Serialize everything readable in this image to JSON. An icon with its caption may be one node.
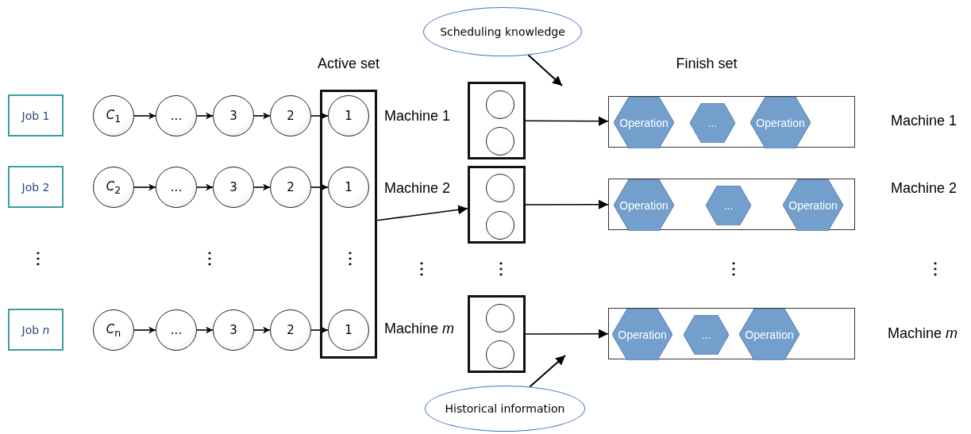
{
  "diagram": {
    "nodes": [
      {
        "text": [
          "Job 1"
        ]
      },
      {
        "text": [
          "*C*$_{1}$"
        ]
      },
      {
        "text": [
          "..."
        ]
      },
      {
        "text": [
          "3"
        ]
      },
      {
        "text": [
          "2"
        ]
      },
      {
        "text": [
          "Job 2"
        ]
      },
      {
        "text": [
          "*C*$_{2}$"
        ]
      },
      {
        "text": [
          "..."
        ]
      },
      {
        "text": [
          "3"
        ]
      },
      {
        "text": [
          "2"
        ]
      },
      {
        "text": [
          "Job *n*"
        ]
      },
      {
        "text": [
          "*C*$_{n}$"
        ]
      },
      {
        "text": [
          "..."
        ]
      },
      {
        "text": [
          "3"
        ]
      },
      {
        "text": [
          "2"
        ]
      },
      {
        "text": [
          "Active set"
        ]
      },
      {
        "text": [
          "1"
        ],
        "in": 15
      },
      {
        "text": [
          "1"
        ],
        "in": 15
      },
      {
        "text": [
          "1"
        ],
        "in": 15
      },
      {
        "text": [
          "Scheduling knowledge"
        ]
      },
      {
        "text": [],
        "shape": "box",
        "beside": [
          "Machine 1"
        ]
      },
      {
        "text": [],
        "shape": "circle",
        "in": 20
      },
      {
        "text": [],
        "shape": "circle",
        "in": 20
      },
      {
        "text": [],
        "shape": "box",
        "beside": [
          "Machine 2"
        ]
      },
      {
        "text": [],
        "shape": "circle",
        "in": 23
      },
      {
        "text": [],
        "shape": "circle",
        "in": 23
      },
      {
        "text": [],
        "shape": "box",
        "beside": [
          "Machine *m*"
        ]
      },
      {
        "text": [],
        "shape": "circle",
        "in": 26
      },
      {
        "text": [],
        "shape": "circle",
        "in": 26
      },
      {
        "text": [],
        "shape": "box",
        "beside": [
          "Machine 1"
        ]
      },
      {
        "text": [
          "Operation"
        ],
        "in": 29
      },
      {
        "text": [
          "..."
        ],
        "in": 29
      },
      {
        "text": [
          "Operation"
        ],
        "in": 29
      },
      {
        "text": [],
        "shape": "box",
        "beside": [
          "Machine 2"
        ]
      },
      {
        "text": [
          "Operation"
        ],
        "in": 33
      },
      {
        "text": [
          "..."
        ],
        "in": 33
      },
      {
        "text": [
          "Operation"
        ],
        "in": 33
      },
      {
        "text": [],
        "shape": "box",
        "beside": [
          "Machine *m*"
        ]
      },
      {
        "text": [
          "Operation"
        ],
        "in": 37
      },
      {
        "text": [
          "..."
        ],
        "in": 37
      },
      {
        "text": [
          "Operation"
        ],
        "in": 37
      },
      {
        "text": [
          "Historical information"
        ]
      }
    ],
    "edges": [
      {
        "from": 1,
        "to": 2,
        "arrow": "to"
      },
      {
        "from": 2,
        "to": 3,
        "arrow": "to"
      },
      {
        "from": 3,
        "to": 4,
        "arrow": "to"
      },
      {
        "from": 4,
        "to": 16,
        "arrow": "to"
      },
      {
        "from": 6,
        "to": 7,
        "arrow": "to"
      },
      {
        "from": 7,
        "to": 8,
        "arrow": "to"
      },
      {
        "from": 8,
        "to": 9,
        "arrow": "to"
      },
      {
        "from": 9,
        "to": 17,
        "arrow": "to"
      },
      {
        "from": 11,
        "to": 12,
        "arrow": "to"
      },
      {
        "from": 12,
        "to": 13,
        "arrow": "to"
      },
      {
        "from": 13,
        "to": 14,
        "arrow": "to"
      },
      {
        "from": 14,
        "to": 18,
        "arrow": "to"
      },
      {
        "from": 15,
        "to": 23,
        "arrow": "to"
      },
      {
        "from": 20,
        "to": 29,
        "arrow": "to"
      },
      {
        "from": 23,
        "to": 33,
        "arrow": "to"
      },
      {
        "from": 26,
        "to": 37,
        "arrow": "to"
      },
      {
        "from": 19,
        "to": null,
        "arrow": "to"
      },
      {
        "from": 41,
        "to": null,
        "arrow": "to"
      }
    ],
    "labels": [
      "Finish set",
      "⋮",
      "⋮",
      "⋮",
      "⋮",
      "⋮",
      "⋮",
      "⋮"
    ]
  }
}
